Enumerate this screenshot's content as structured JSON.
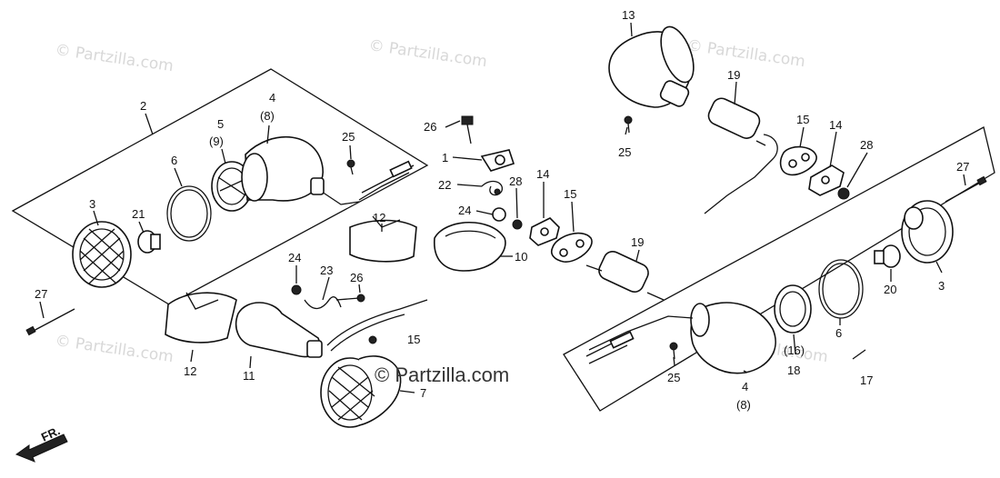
{
  "watermark": "© Partzilla.com",
  "center_watermark": "© Partzilla.com",
  "front_label": "FR.",
  "colors": {
    "line": "#111111",
    "watermark": "#d8d8d8",
    "background": "#ffffff"
  },
  "callouts": {
    "c2": "2",
    "c3l": "3",
    "c4l": "4",
    "c8l": "(8)",
    "c5": "5",
    "c9": "(9)",
    "c6l": "6",
    "c21": "21",
    "c27l": "27",
    "c25a": "25",
    "c26a": "26",
    "c1": "1",
    "c22": "22",
    "c24a": "24",
    "c28a": "28",
    "c14a": "14",
    "c15a": "15",
    "c12a": "12",
    "c10": "10",
    "c24b": "24",
    "c23": "23",
    "c26b": "26",
    "c12b": "12",
    "c11": "11",
    "c15b": "15",
    "c7": "7",
    "c19a": "19",
    "c13": "13",
    "c19b": "19",
    "c25b": "25",
    "c15c": "15",
    "c14b": "14",
    "c28b": "28",
    "c27r": "27",
    "c3r": "3",
    "c20": "20",
    "c6r": "6",
    "c16": "(16)",
    "c18": "18",
    "c17": "17",
    "c4r": "4",
    "c8r": "(8)",
    "c25c": "25"
  }
}
